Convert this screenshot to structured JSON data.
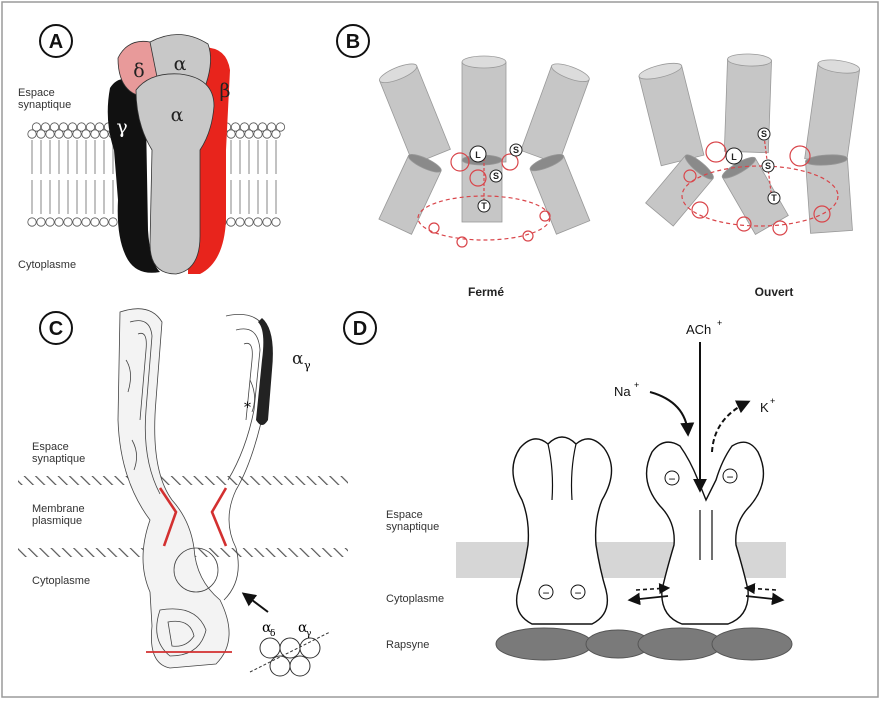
{
  "panels": {
    "A": {
      "badge": "A",
      "espace": [
        "Espace",
        "synaptique"
      ],
      "cytoplasme": "Cytoplasme",
      "subunits": {
        "delta": "δ",
        "alpha_top": "α",
        "alpha_front": "α",
        "beta": "β",
        "gamma": "γ"
      },
      "colors": {
        "delta": "#e89a9a",
        "beta": "#e8241c",
        "gamma": "#111111",
        "alpha": "#c8c8c8"
      }
    },
    "B": {
      "badge": "B",
      "closed_label": "Fermé",
      "open_label": "Ouvert",
      "residues": {
        "L": "L",
        "S": "S",
        "T": "T"
      },
      "residue_color": "#d9454a"
    },
    "C": {
      "badge": "C",
      "espace": [
        "Espace",
        "synaptique"
      ],
      "membrane": [
        "Membrane",
        "plasmique"
      ],
      "cytoplasme": "Cytoplasme",
      "alpha_gamma": "α",
      "alpha_gamma_sub": "γ",
      "inset_alpha_delta": "α",
      "inset_delta_sub": "δ",
      "inset_alpha_gamma": "α",
      "inset_gamma_sub": "γ",
      "star": "*"
    },
    "D": {
      "badge": "D",
      "ach": "ACh",
      "na": "Na",
      "k": "K",
      "plus": "+",
      "espace": [
        "Espace",
        "synaptique"
      ],
      "cytoplasme": "Cytoplasme",
      "rapsyne": "Rapsyne",
      "minus": "−"
    }
  }
}
